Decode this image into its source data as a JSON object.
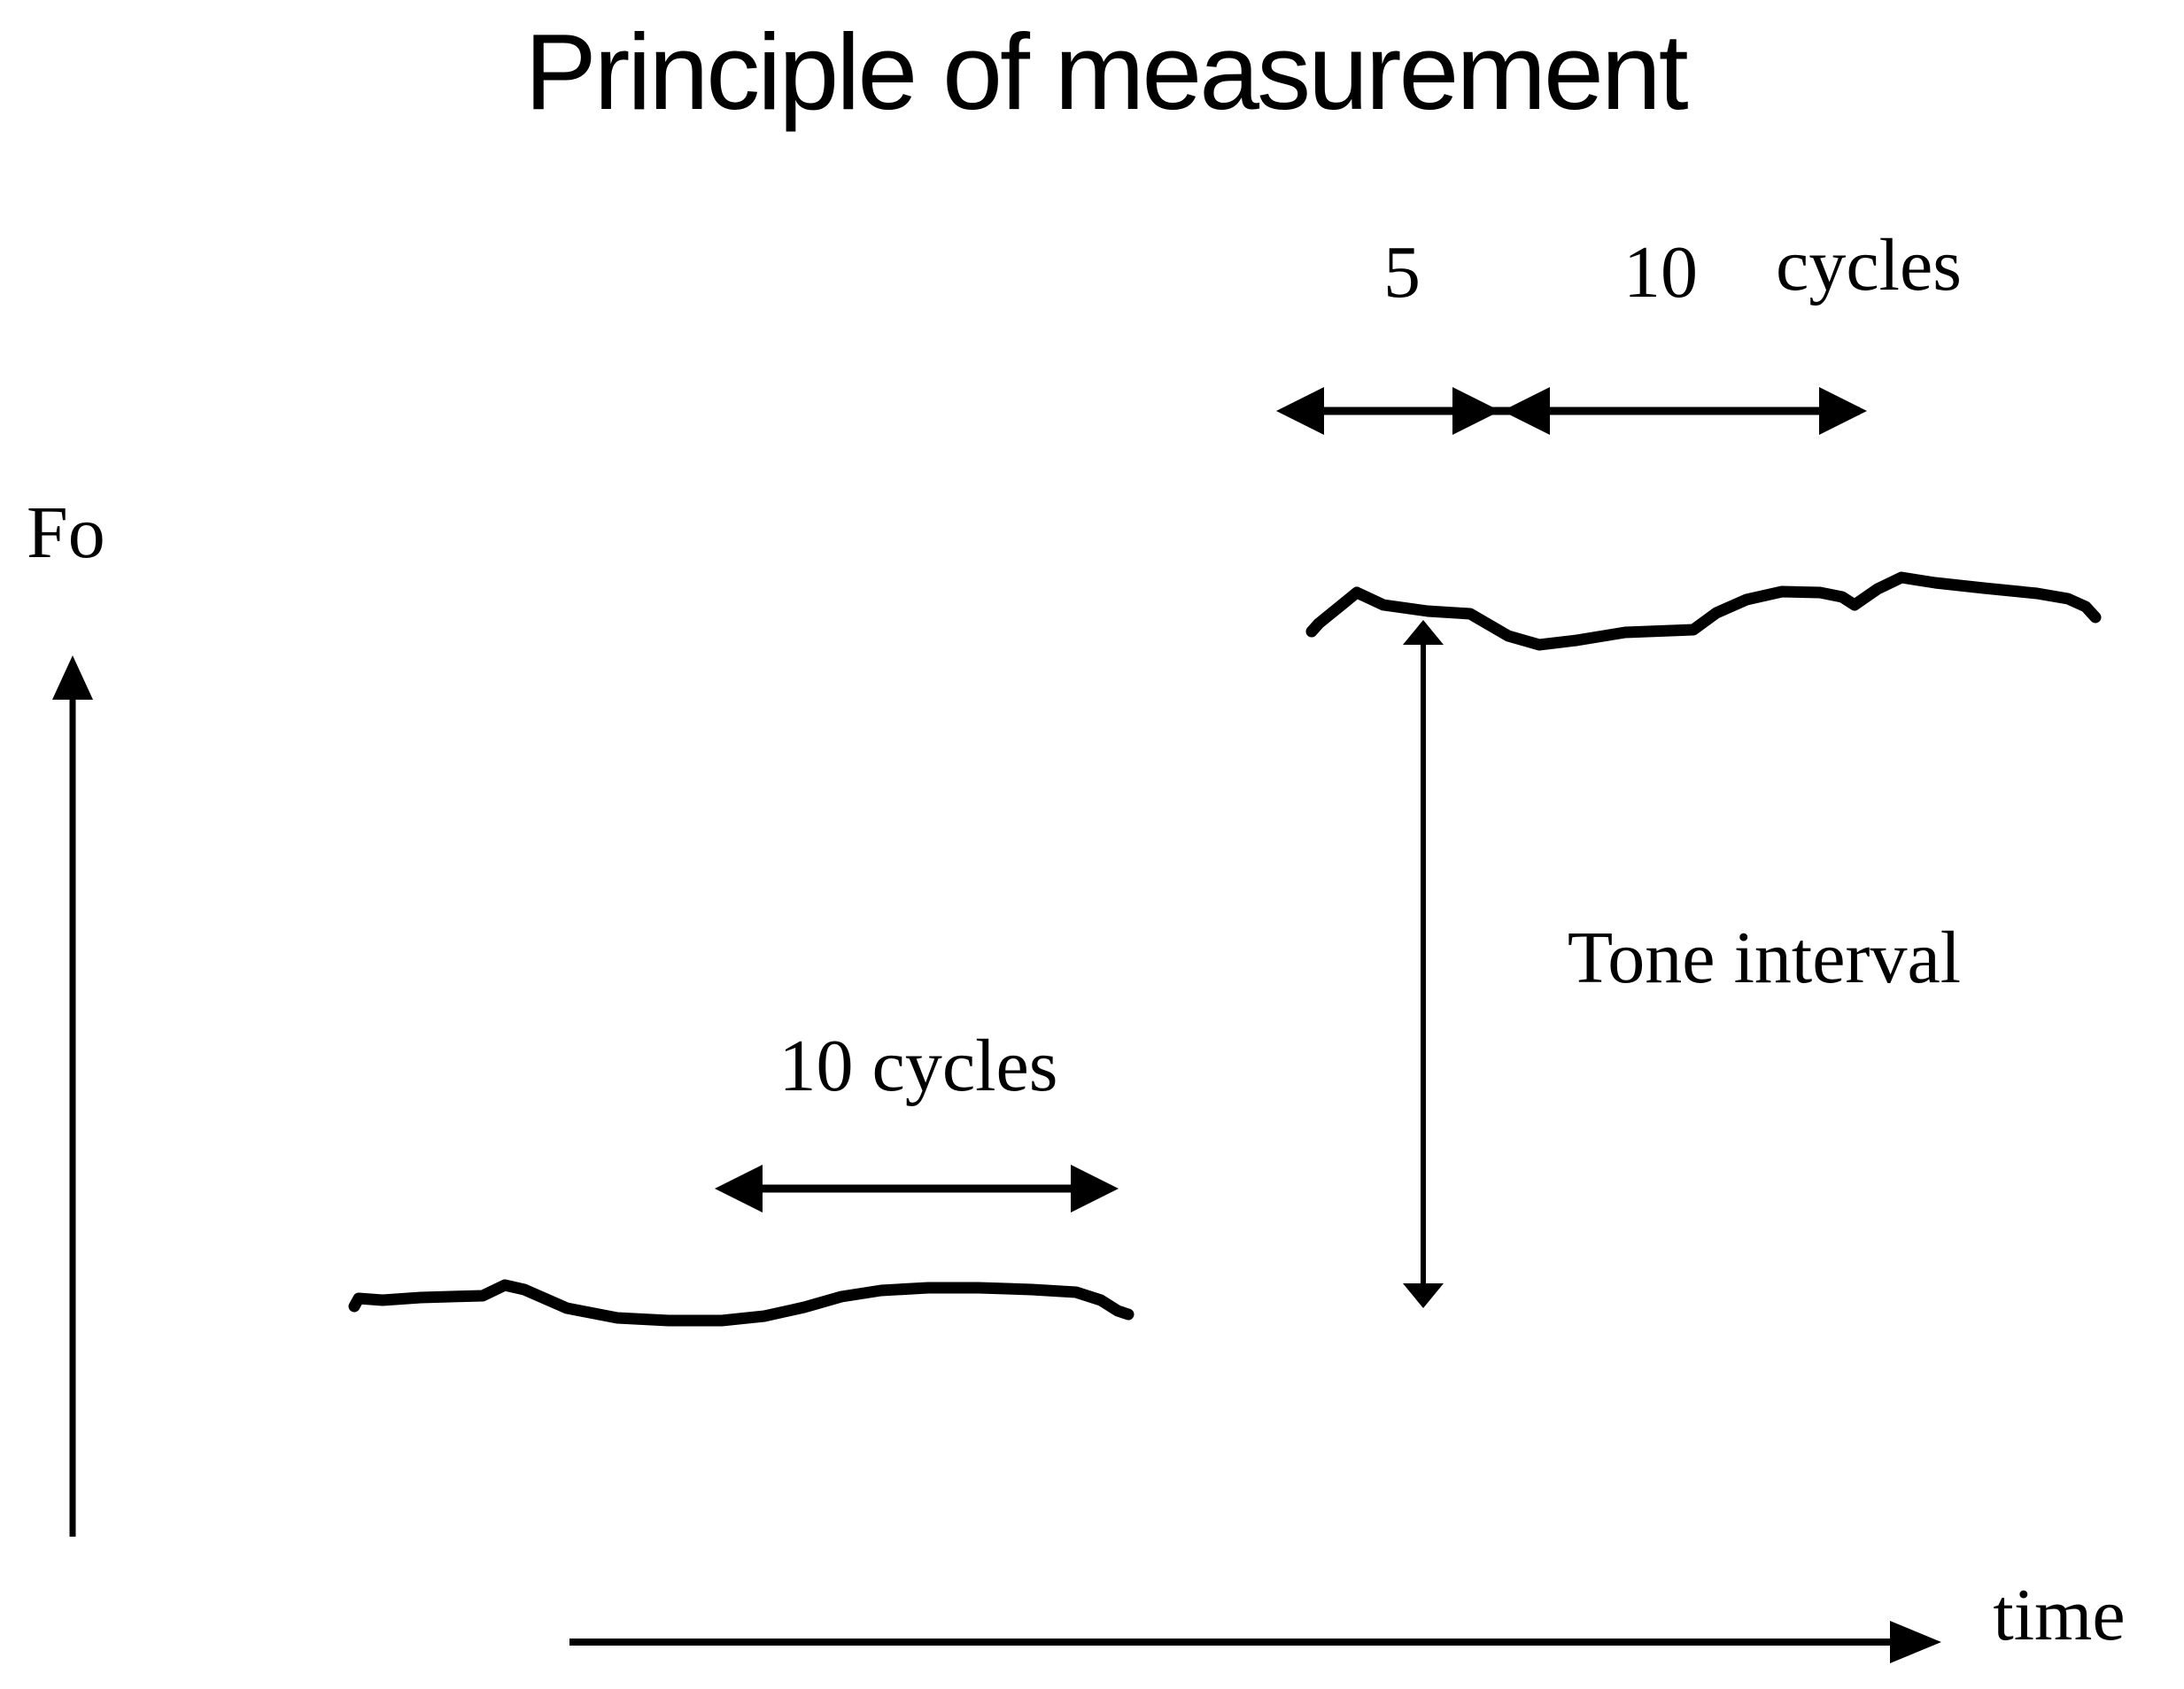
{
  "title": "Principle of measurement",
  "colors": {
    "ink": "#000000",
    "background": "#ffffff"
  },
  "axes": {
    "y_axis_label": "Fo",
    "x_axis_label": "time"
  },
  "upper_tone": {
    "segment1_label": "5",
    "segment2_label": "10",
    "unit_label": "cycles"
  },
  "lower_tone": {
    "duration_label": "10 cycles"
  },
  "interval": {
    "label": "Tone interval"
  }
}
